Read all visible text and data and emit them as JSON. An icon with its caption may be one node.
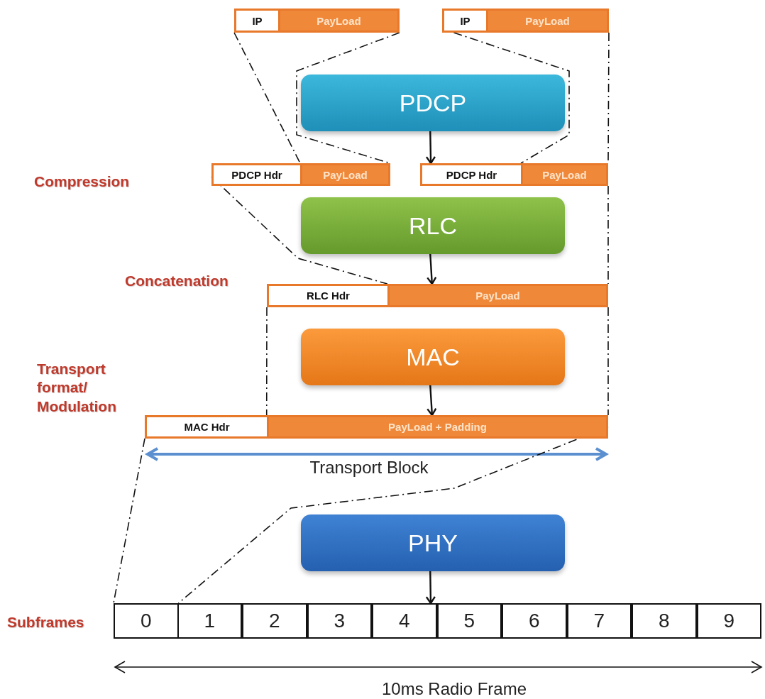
{
  "diagram": {
    "nodes": [
      {
        "text": [
          "IP",
          "PayLoad"
        ]
      },
      {
        "text": [
          "IP",
          "PayLoad"
        ]
      },
      {
        "text": [
          "PDCP"
        ]
      },
      {
        "text": [
          "PDCP Hdr",
          "PayLoad"
        ]
      },
      {
        "text": [
          "PDCP Hdr",
          "PayLoad"
        ]
      },
      {
        "text": [
          "RLC"
        ]
      },
      {
        "text": [
          "RLC Hdr",
          "PayLoad"
        ]
      },
      {
        "text": [
          "MAC"
        ]
      },
      {
        "text": [
          "MAC Hdr",
          "PayLoad + Padding"
        ]
      },
      {
        "text": [
          "PHY"
        ]
      },
      {
        "text": [
          "0"
        ]
      },
      {
        "text": [
          "1"
        ]
      },
      {
        "text": [
          "2"
        ]
      },
      {
        "text": [
          "3"
        ]
      },
      {
        "text": [
          "4"
        ]
      },
      {
        "text": [
          "5"
        ]
      },
      {
        "text": [
          "6"
        ]
      },
      {
        "text": [
          "7"
        ]
      },
      {
        "text": [
          "8"
        ]
      },
      {
        "text": [
          "9"
        ]
      }
    ],
    "edges": [
      {
        "from": 0,
        "to": 3,
        "arrow": "none",
        "style": "dashed"
      },
      {
        "from": 0,
        "to": 3,
        "arrow": "none",
        "style": "dashed"
      },
      {
        "from": 1,
        "to": 4,
        "arrow": "none",
        "style": "dashed"
      },
      {
        "from": 1,
        "to": 4,
        "arrow": "none",
        "style": "dashed"
      },
      {
        "from": 3,
        "to": 6,
        "arrow": "none",
        "style": "dashed"
      },
      {
        "from": 4,
        "to": 6,
        "arrow": "none",
        "style": "dashed"
      },
      {
        "from": 6,
        "to": 8,
        "arrow": "none",
        "style": "dashed"
      },
      {
        "from": 6,
        "to": 8,
        "arrow": "none",
        "style": "dashed"
      },
      {
        "from": 8,
        "to": 10,
        "arrow": "none",
        "style": "dashed"
      },
      {
        "from": 8,
        "to": 10,
        "arrow": "none",
        "style": "dashed"
      },
      {
        "from": 2,
        "to": 4,
        "arrow": "to"
      },
      {
        "from": 5,
        "to": 6,
        "arrow": "to"
      },
      {
        "from": 7,
        "to": 8,
        "arrow": "to"
      },
      {
        "from": 9,
        "to": 14,
        "arrow": "to"
      }
    ],
    "labels": [
      "Compression",
      "Concatenation",
      "Transport format/ Modulation",
      "Transport Block",
      "Subframes",
      "10ms Radio Frame"
    ]
  }
}
